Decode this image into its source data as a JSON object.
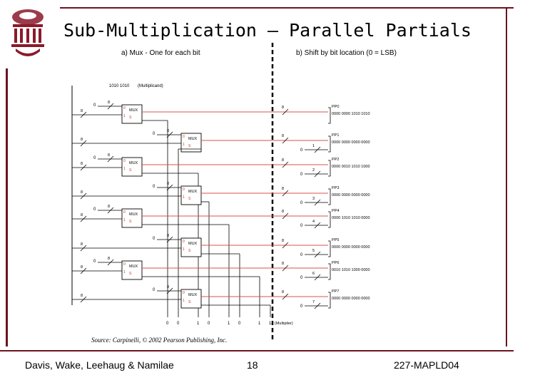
{
  "slide": {
    "title": "Sub-Multiplication – Parallel Partials",
    "source": "Source: Carpinelli, © 2002 Pearson Publishing, Inc.",
    "footer_left": "Davis, Wake, Leehaug & Namilae",
    "footer_center": "18",
    "footer_right": "227-MAPLD04"
  },
  "diagram": {
    "left_title": "a) Mux - One for each bit",
    "right_title": "b) Shift by bit location (0 = LSB)",
    "multiplicand": "1010 1010",
    "multiplicand_label": "(Multiplicand)",
    "multiplier_label": "(Multiplier)",
    "multiplier_bits": [
      "0",
      "0",
      "1",
      "0",
      "1",
      "0",
      "1",
      "1"
    ],
    "mux_label": "MUX",
    "select_label": "S",
    "zero": "0",
    "one": "1",
    "bus_width": "8",
    "partials": [
      {
        "label": "PP0",
        "value": "0000 0000 1010 1010",
        "shift": ""
      },
      {
        "label": "PP1",
        "value": "0000 0000 0000 0000",
        "shift": "1"
      },
      {
        "label": "PP2",
        "value": "0000 0010 1010 1000",
        "shift": "2"
      },
      {
        "label": "PP3",
        "value": "0000 0000 0000 0000",
        "shift": "3"
      },
      {
        "label": "PP4",
        "value": "0000 1010 1010 0000",
        "shift": "4"
      },
      {
        "label": "PP5",
        "value": "0000 0000 0000 0000",
        "shift": "5"
      },
      {
        "label": "PP6",
        "value": "0010 1010 1000 0000",
        "shift": "6"
      },
      {
        "label": "PP7",
        "value": "0000 0000 0000 0000",
        "shift": "7"
      }
    ]
  },
  "colors": {
    "frame": "#6b1420",
    "wire_red": "#d9534f",
    "wire": "#000000",
    "dashed": "#000000"
  },
  "logo_icon": "university-seal-icon"
}
